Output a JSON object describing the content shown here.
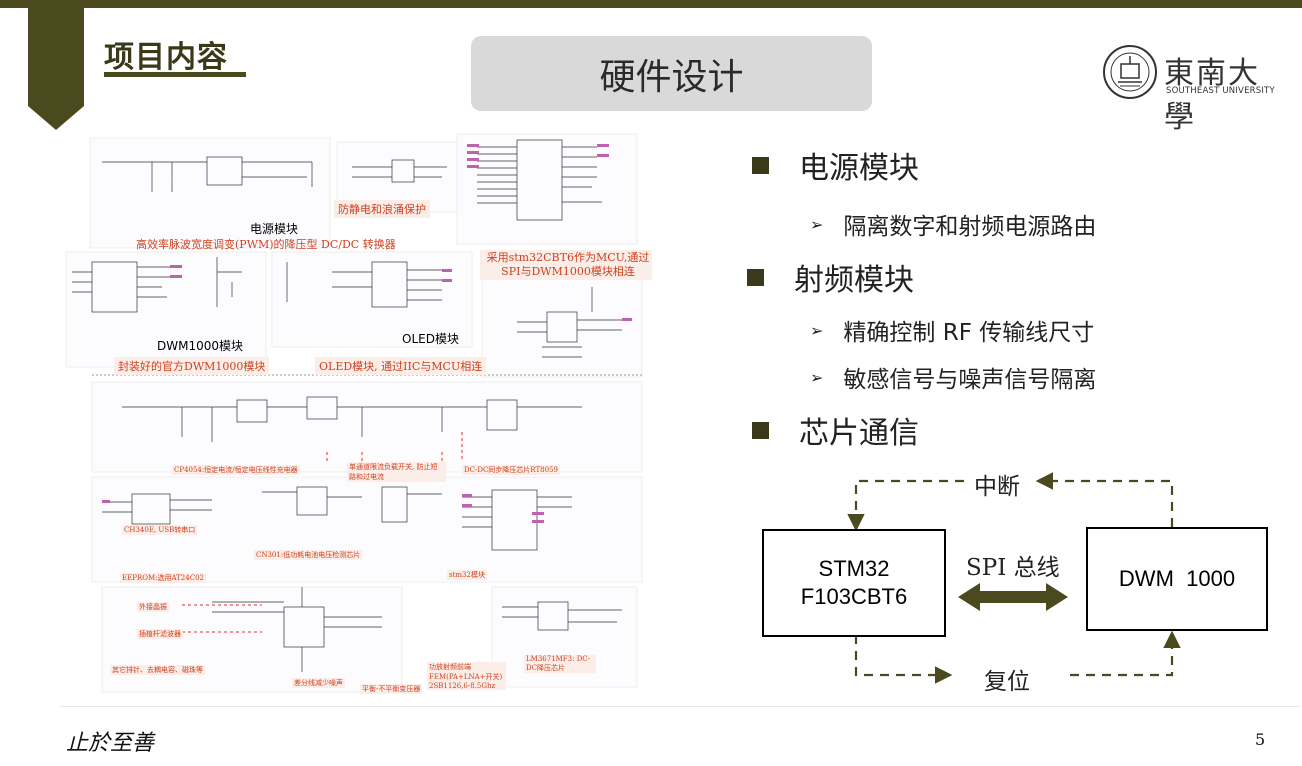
{
  "header": {
    "section_title": "项目内容",
    "slide_title": "硬件设计",
    "logo_cn": "東南大學",
    "logo_en": "SOUTHEAST UNIVERSITY"
  },
  "schematic": {
    "labels": {
      "power": "电源模块",
      "dwm": "DWM1000模块",
      "oled": "OLED模块"
    },
    "captions": {
      "pwm": "高效率脉波宽度调变(PWM)的降压型 DC/DC 转换器",
      "esd": "防静电和浪涌保护",
      "mcu": "采用stm32CBT6作为MCU,通过SPI与DWM1000模块相连",
      "dwm_pkg": "封装好的官方DWM1000模块",
      "oled_iic": "OLED模块, 通过IIC与MCU相连",
      "charge": "CP4054:恒定电流/恒定电压线性充电器",
      "switch": "单通道限流负载开关, 防止短路和过电流",
      "dcdc": "DC-DC同步降压芯片RT8059",
      "usb": "CH340E, USB转串口",
      "cn301": "CN301:低功耗电池电压检测芯片",
      "eeprom": "EEPROM:选用AT24C02",
      "stm32": "stm32模块",
      "crystal": "外接晶振",
      "filter": "插植杆滤波器",
      "other": "其它排针、去耦电容、磁珠等",
      "diff": "差分线减少噪声",
      "balun": "平衡-不平衡变压器",
      "pa": "功放射频前端 FEM(PA+LNA+开关) 2SB1126,6-8.5Ghz",
      "lm": "LM3671MF3: DC-DC降压芯片"
    }
  },
  "bullets": [
    {
      "level": 1,
      "text": "电源模块"
    },
    {
      "level": 2,
      "text": "隔离数字和射频电源路由"
    },
    {
      "level": 1,
      "text": "射频模块"
    },
    {
      "level": 2,
      "text": "精确控制 RF 传输线尺寸"
    },
    {
      "level": 2,
      "text": "敏感信号与噪声信号隔离"
    },
    {
      "level": 1,
      "text": "芯片通信"
    }
  ],
  "diagram": {
    "stm32_line1": "STM32",
    "stm32_line2": "F103CBT6",
    "dwm": "DWM  1000",
    "bus": "SPI 总线",
    "interrupt": "中断",
    "reset": "复位"
  },
  "footer": {
    "motto": "止於至善",
    "page": "5"
  },
  "colors": {
    "accent": "#4b4a1e",
    "title_box": "#d9d9d9",
    "caption_red": "#d04020"
  }
}
